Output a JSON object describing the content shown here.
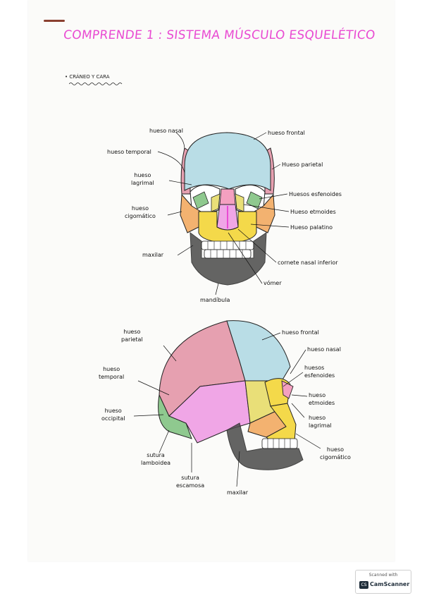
{
  "title": "COMPRENDE 1 : SISTEMA MÚSCULO ESQUELÉTICO",
  "section": "• CRÁNEO Y CARA",
  "front_labels": {
    "hueso_nasal": "hueso nasal",
    "hueso_frontal": "hueso frontal",
    "hueso_temporal": "hueso temporal",
    "hueso_parietal": "Hueso parietal",
    "hueso_lagrimal": "hueso\nlagrimal",
    "huesos_esfenoides": "Huesos esfenoides",
    "hueso_cigomatico": "hueso\ncigomático",
    "hueso_etmoides": "Hueso etmoides",
    "hueso_palatino": "Hueso palatino",
    "maxilar": "maxilar",
    "cornete": "cornete nasal inferior",
    "vomer": "vómer",
    "mandibula": "mandíbula"
  },
  "side_labels": {
    "hueso_parietal": "hueso\nparietal",
    "hueso_frontal": "hueso frontal",
    "hueso_nasal": "hueso nasal",
    "hueso_temporal": "hueso\ntemporal",
    "huesos_esfenoides": "huesos\nesfenoides",
    "hueso_etmoides": "hueso\netmoides",
    "hueso_occipital": "hueso\noccipital",
    "hueso_lagrimal": "hueso\nlagrimal",
    "sutura_lamboidea": "sutura\nlamboidea",
    "sutura_escamosa": "sutura\nescamosa",
    "hueso_cigomatico": "hueso\ncigomático",
    "maxilar": "maxilar"
  },
  "scanner": {
    "line1": "Scanned with",
    "line2": "CamScanner",
    "logo": "CS"
  },
  "colors": {
    "title": "#e94bd2",
    "frontal": "#b9dde6",
    "parietal": "#e6a0b0",
    "temporal": "#f0a6e6",
    "occipital": "#8fc98f",
    "sphenoid": "#e9df78",
    "zygomatic": "#f3b270",
    "maxilla": "#f4d94a",
    "mandible": "#4a4a4a",
    "nasal": "#f4a0c0"
  }
}
